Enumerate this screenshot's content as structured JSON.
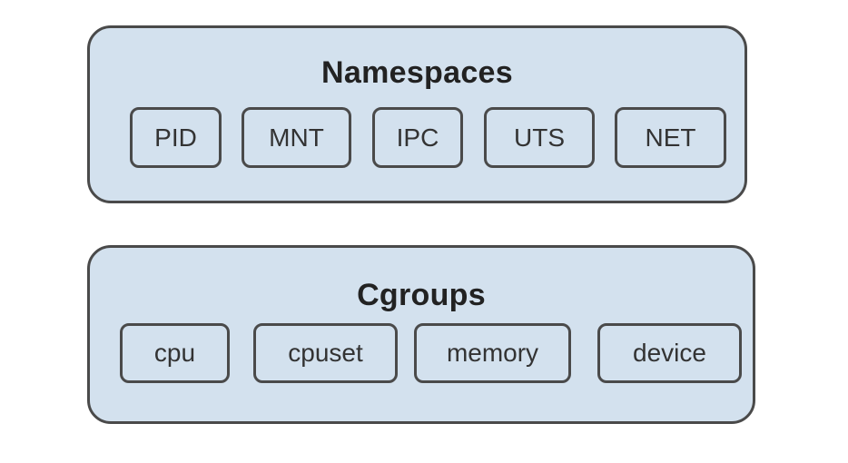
{
  "namespaces": {
    "title": "Namespaces",
    "items": [
      "PID",
      "MNT",
      "IPC",
      "UTS",
      "NET"
    ]
  },
  "cgroups": {
    "title": "Cgroups",
    "items": [
      "cpu",
      "cpuset",
      "memory",
      "device"
    ]
  },
  "colors": {
    "box_fill": "#d3e1ee",
    "border": "#4a4a4a"
  }
}
